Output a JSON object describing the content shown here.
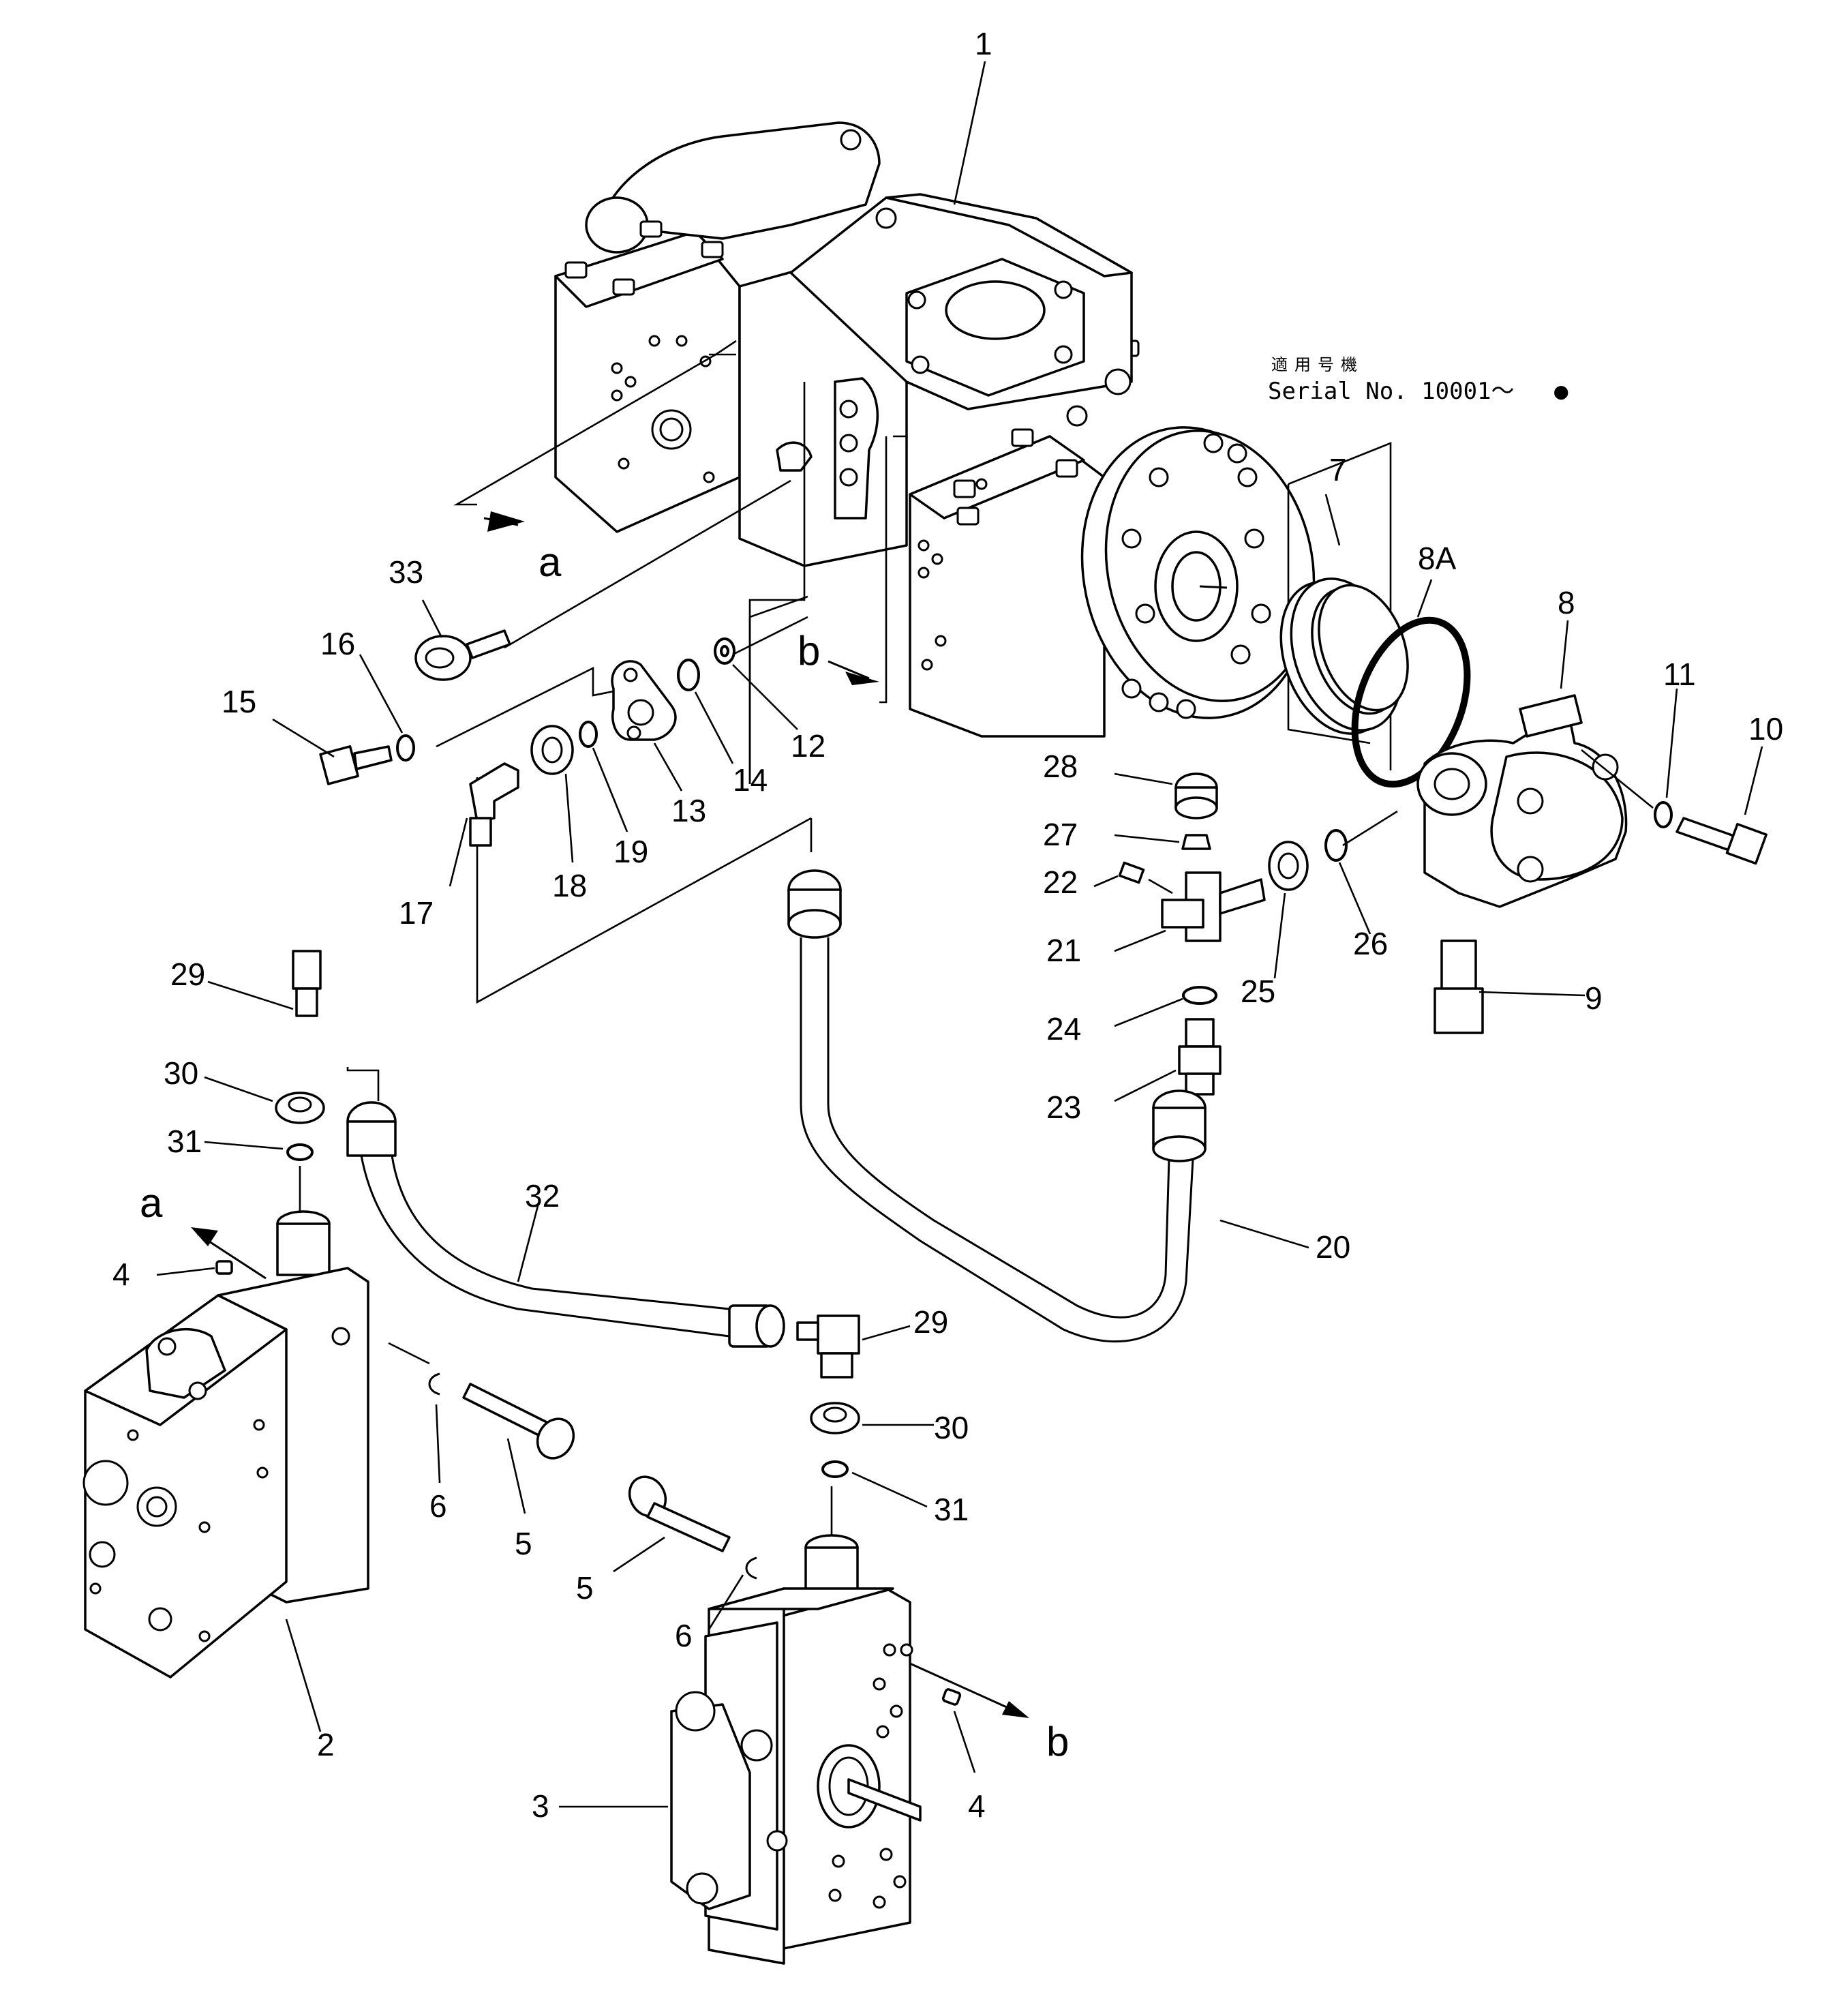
{
  "serial_note": {
    "applicable_label": "適用号機",
    "serial_text": "Serial No. 10001～",
    "marker": "●"
  },
  "ref_letters": {
    "a": "a",
    "b": "b"
  },
  "part_labels": {
    "p1": "1",
    "p2": "2",
    "p3": "3",
    "p4a": "4",
    "p4b": "4",
    "p5a": "5",
    "p5b": "5",
    "p6a": "6",
    "p6b": "6",
    "p7": "7",
    "p8": "8",
    "p8A": "8A",
    "p9": "9",
    "p10": "10",
    "p11": "11",
    "p12": "12",
    "p13": "13",
    "p14": "14",
    "p15": "15",
    "p16": "16",
    "p17": "17",
    "p18": "18",
    "p19": "19",
    "p20": "20",
    "p21": "21",
    "p22": "22",
    "p23": "23",
    "p24": "24",
    "p25": "25",
    "p26": "26",
    "p27": "27",
    "p28": "28",
    "p29a": "29",
    "p29b": "29",
    "p30a": "30",
    "p30b": "30",
    "p31a": "31",
    "p31b": "31",
    "p32": "32",
    "p33": "33"
  }
}
